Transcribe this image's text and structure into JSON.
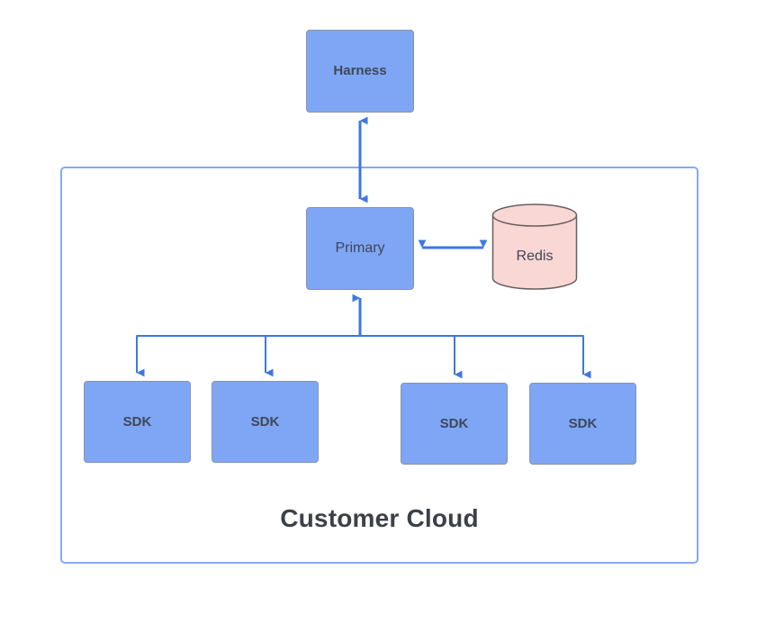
{
  "diagram": {
    "title": "Customer Cloud",
    "nodes": {
      "harness": {
        "label": "Harness",
        "shape": "rectangle",
        "fill": "#7ea6f5",
        "stroke": "#8894a6"
      },
      "primary": {
        "label": "Primary",
        "shape": "rectangle",
        "fill": "#7ea6f5",
        "stroke": "#8894a6"
      },
      "redis": {
        "label": "Redis",
        "shape": "cylinder",
        "fill": "#f8d7d5",
        "stroke": "#6b5f5f"
      },
      "sdk_1": {
        "label": "SDK",
        "shape": "rectangle",
        "fill": "#7ea6f5",
        "stroke": "#8894a6"
      },
      "sdk_2": {
        "label": "SDK",
        "shape": "rectangle",
        "fill": "#7ea6f5",
        "stroke": "#8894a6"
      },
      "sdk_3": {
        "label": "SDK",
        "shape": "rectangle",
        "fill": "#7ea6f5",
        "stroke": "#8894a6"
      },
      "sdk_4": {
        "label": "SDK",
        "shape": "rectangle",
        "fill": "#7ea6f5",
        "stroke": "#8894a6"
      }
    },
    "group": {
      "label": "Customer Cloud",
      "stroke": "#84aaf8"
    },
    "edges": [
      {
        "from": "harness",
        "to": "primary",
        "arrows": "both",
        "color": "#3d77e0"
      },
      {
        "from": "primary",
        "to": "redis",
        "arrows": "both",
        "color": "#3d77e0"
      },
      {
        "from": "sdk_1",
        "to": "primary",
        "arrows": "both",
        "color": "#3d77e0"
      },
      {
        "from": "sdk_2",
        "to": "primary",
        "arrows": "both",
        "color": "#3d77e0"
      },
      {
        "from": "sdk_3",
        "to": "primary",
        "arrows": "both",
        "color": "#3d77e0"
      },
      {
        "from": "sdk_4",
        "to": "primary",
        "arrows": "both",
        "color": "#3d77e0"
      }
    ],
    "colors": {
      "node_blue_fill": "#7ea6f5",
      "node_blue_stroke": "#8894a6",
      "redis_fill": "#f8d7d5",
      "redis_stroke": "#6b5f5f",
      "edge_blue": "#3d77e0",
      "group_border": "#84aaf8",
      "text_dark": "#404756",
      "title_text": "#3b4049",
      "background": "#ffffff"
    }
  }
}
